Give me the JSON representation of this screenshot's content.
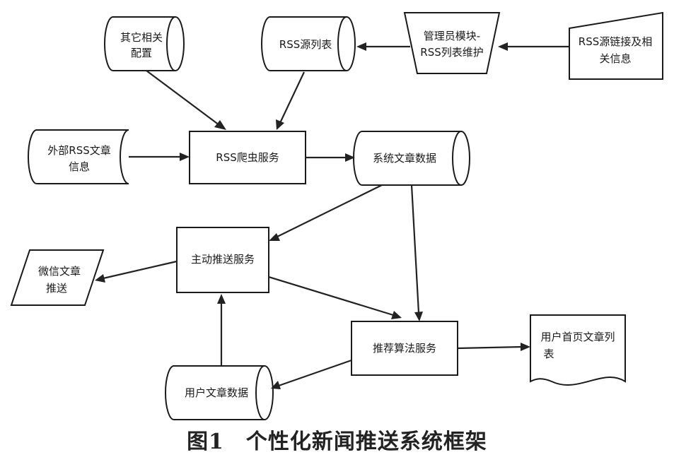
{
  "nodes": {
    "other_config": {
      "lines": [
        "其它相关",
        "配置"
      ]
    },
    "rss_source_list": {
      "lines": [
        "RSS源列表"
      ]
    },
    "admin_module": {
      "lines": [
        "管理员模块-",
        "RSS列表维护"
      ]
    },
    "rss_link_info": {
      "lines": [
        "RSS源链接及相",
        "关信息"
      ]
    },
    "external_rss": {
      "lines": [
        "外部RSS文章",
        "信息"
      ]
    },
    "rss_crawler": {
      "lines": [
        "RSS爬虫服务"
      ]
    },
    "system_article_data": {
      "lines": [
        "系统文章数据"
      ]
    },
    "active_push": {
      "lines": [
        "主动推送服务"
      ]
    },
    "wechat_push": {
      "lines": [
        "微信文章",
        "推送"
      ]
    },
    "recommend_service": {
      "lines": [
        "推荐算法服务"
      ]
    },
    "user_homepage_list": {
      "lines": [
        "用户首页文章列",
        "表"
      ]
    },
    "user_article_data": {
      "lines": [
        "用户文章数据"
      ]
    }
  },
  "caption": "图1　个性化新闻推送系统框架"
}
